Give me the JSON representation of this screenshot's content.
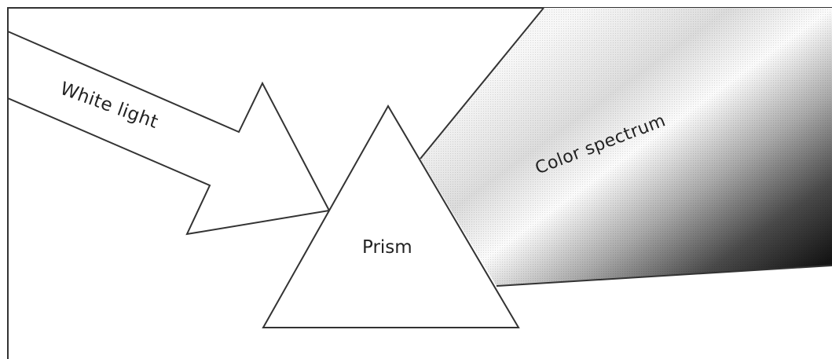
{
  "labels": {
    "incoming_light": "White light",
    "prism": "Prism",
    "outgoing": "Color spectrum"
  },
  "colors": {
    "outline": "#333333",
    "background": "#ffffff",
    "spectrum_light": "#f4f4f4",
    "spectrum_dark": "#1a1a1a"
  }
}
